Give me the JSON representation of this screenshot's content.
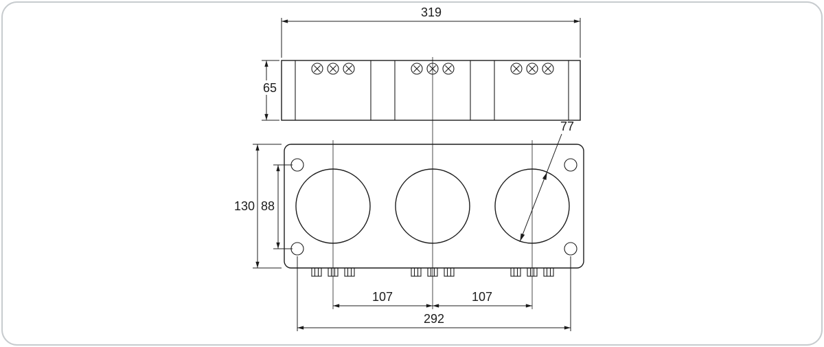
{
  "colors": {
    "ink": "#1c1c1c",
    "frame_border": "#c7cbce",
    "background": "#ffffff"
  },
  "dimensions": {
    "overall_width": "319",
    "body_depth": "65",
    "hole_diameter": "77",
    "front_height": "130",
    "mount_hole_vertical_spacing": "88",
    "hole_pitch_left": "107",
    "hole_pitch_right": "107",
    "mount_hole_horizontal_spacing": "292"
  }
}
